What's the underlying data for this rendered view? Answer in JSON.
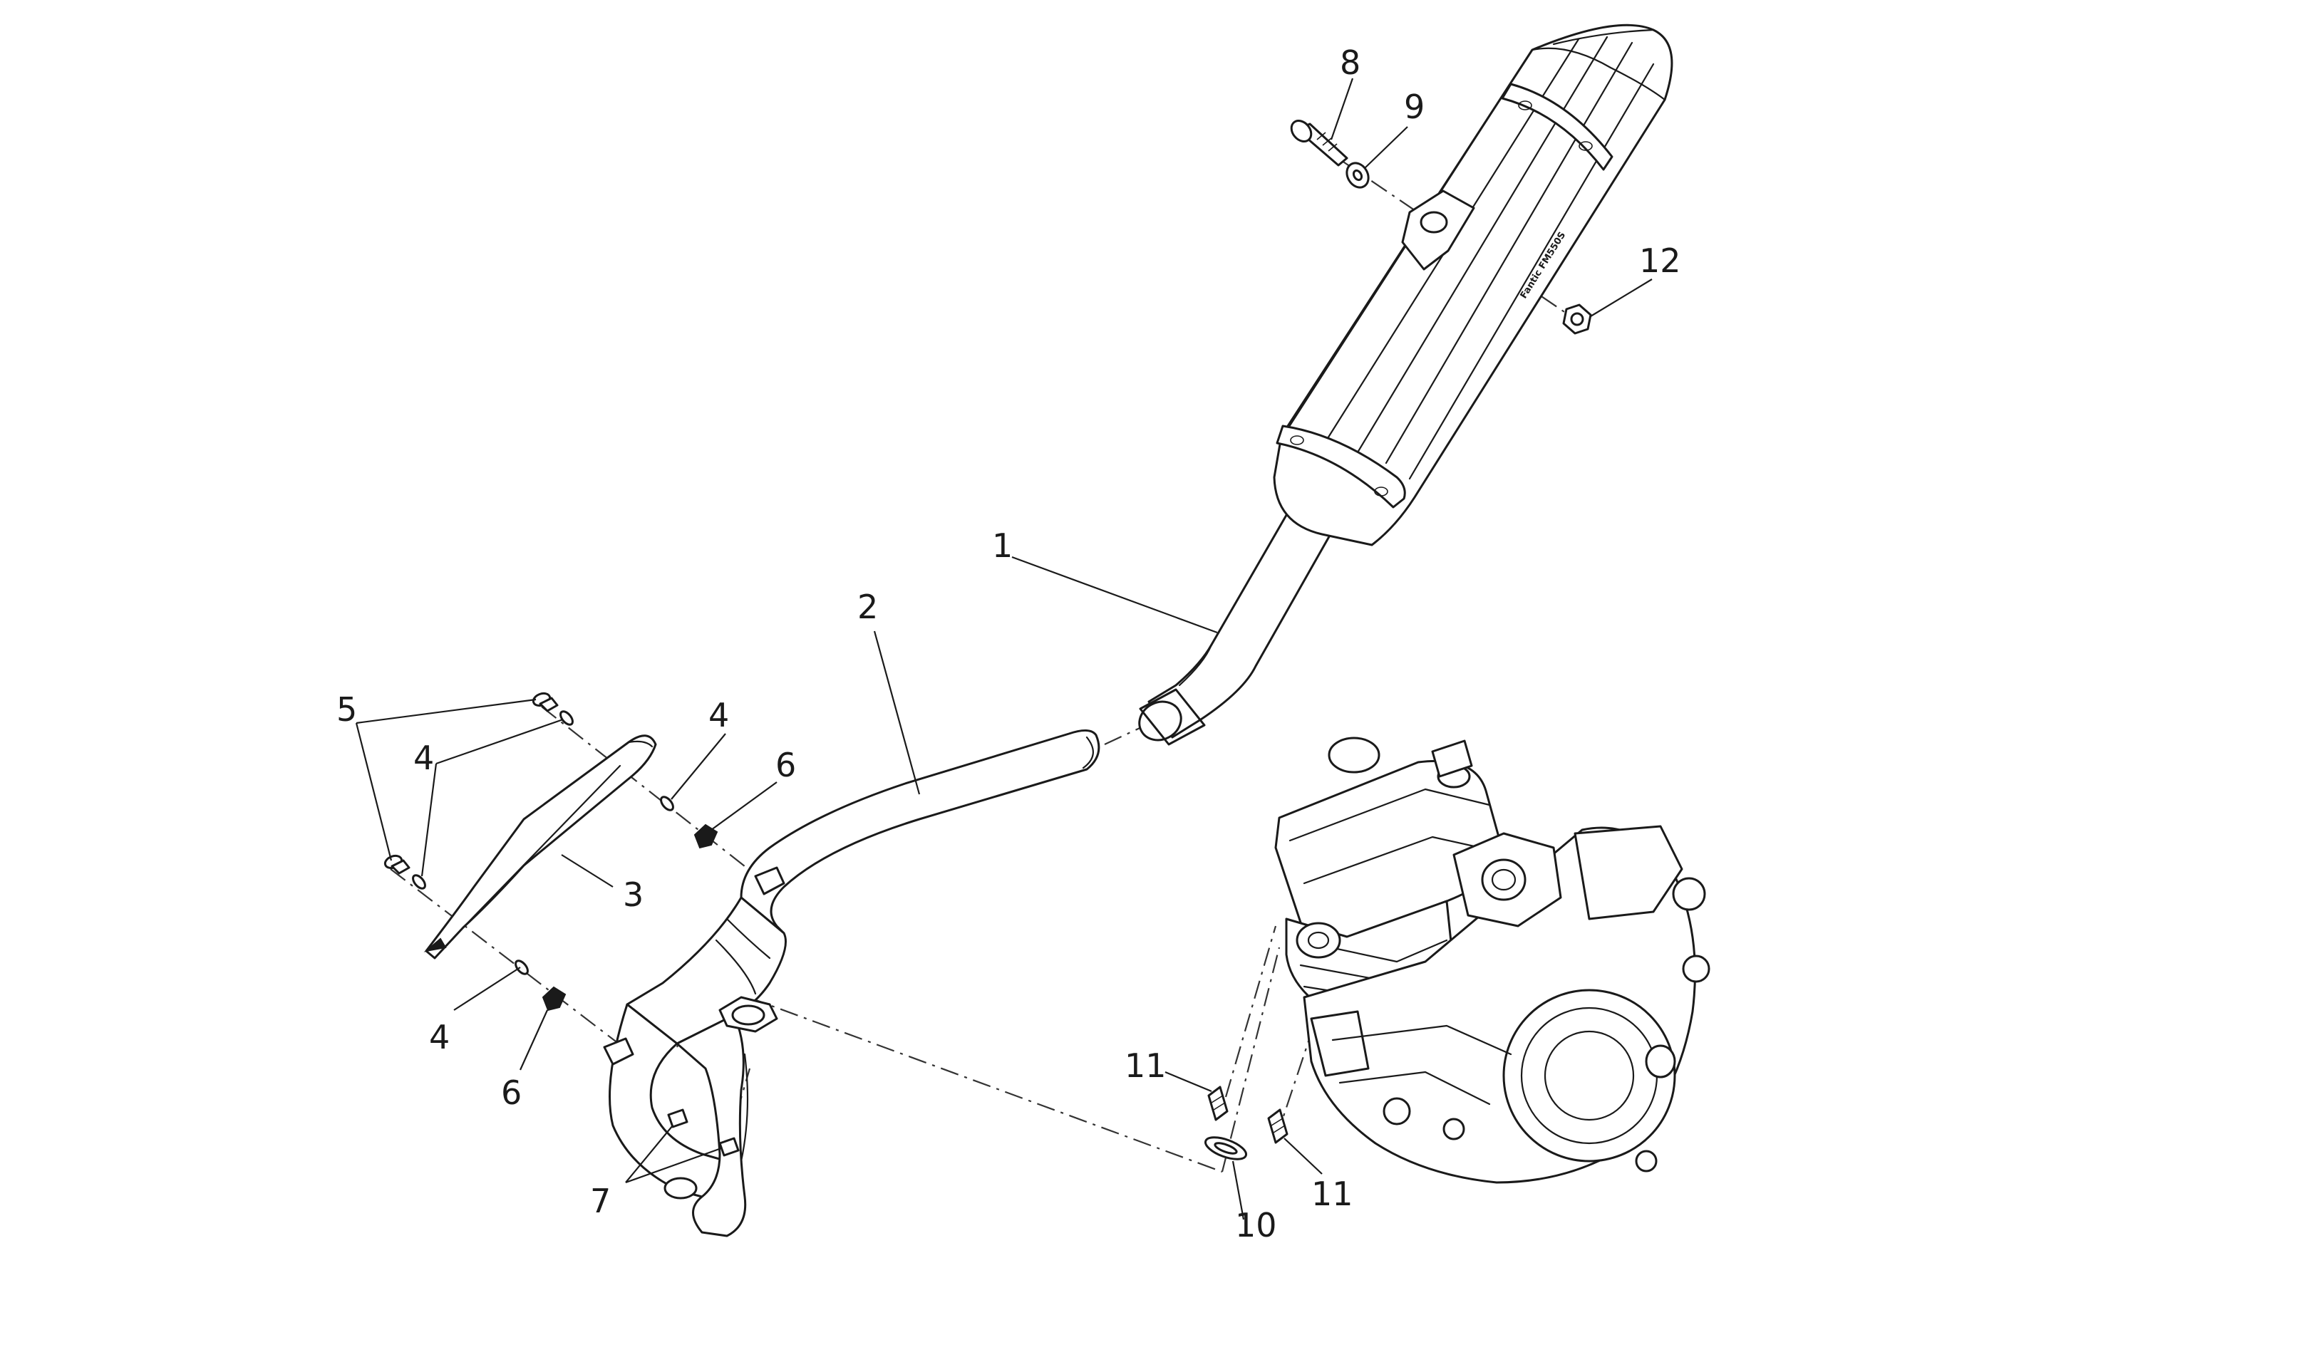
{
  "diagram": {
    "muffler_brand_text": "Fantic FM550S",
    "callouts": {
      "c1": "1",
      "c2": "2",
      "c3": "3",
      "c4a": "4",
      "c4b": "4",
      "c4c": "4",
      "c5": "5",
      "c6a": "6",
      "c6b": "6",
      "c7": "7",
      "c8": "8",
      "c9": "9",
      "c10": "10",
      "c11a": "11",
      "c11b": "11",
      "c12": "12"
    }
  }
}
